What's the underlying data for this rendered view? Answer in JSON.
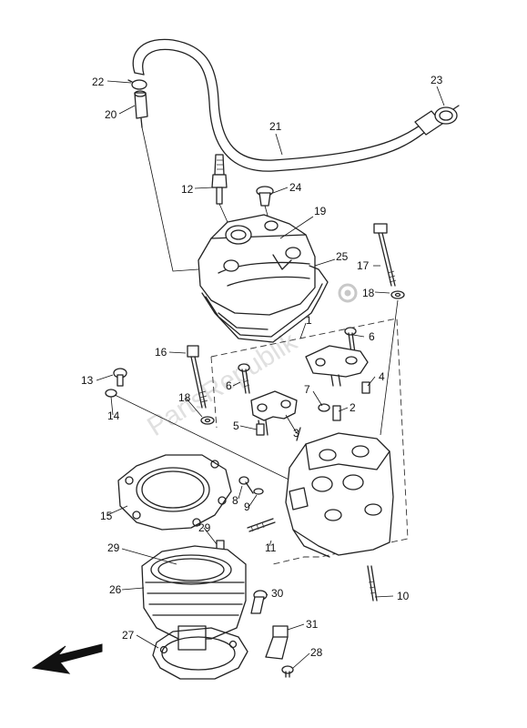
{
  "callouts": {
    "c1": "1",
    "c2": "2",
    "c3": "3",
    "c4": "4",
    "c5": "5",
    "c6a": "6",
    "c6b": "6",
    "c7": "7",
    "c8": "8",
    "c9": "9",
    "c10": "10",
    "c11": "11",
    "c12": "12",
    "c13": "13",
    "c14": "14",
    "c15": "15",
    "c16": "16",
    "c17": "17",
    "c18a": "18",
    "c18b": "18",
    "c19": "19",
    "c20": "20",
    "c21": "21",
    "c22": "22",
    "c23": "23",
    "c24": "24",
    "c25": "25",
    "c26": "26",
    "c27": "27",
    "c28": "28",
    "c29a": "29",
    "c29b": "29",
    "c30": "30",
    "c31": "31"
  },
  "watermark": {
    "text": "PartsRepublik"
  },
  "icons": {
    "front_arrow": "direction-arrow-icon",
    "watermark_gear": "gear-icon"
  },
  "colors": {
    "line": "#222222",
    "background": "#ffffff",
    "watermark": "#c8c8c8"
  }
}
